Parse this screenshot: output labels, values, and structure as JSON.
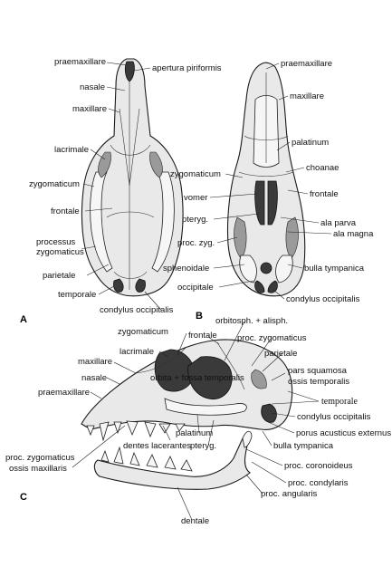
{
  "panels": {
    "a": "A",
    "b": "B",
    "c": "C"
  },
  "labels_a": {
    "praemaxillare": "praemaxillare",
    "apertura": "apertura piriformis",
    "nasale": "nasale",
    "maxillare": "maxillare",
    "lacrimale": "lacrimale",
    "zygomaticum": "zygomaticum",
    "frontale": "frontale",
    "processus": "processus",
    "zygomaticus": "zygomaticus",
    "parietale": "parietale",
    "temporale": "temporale",
    "condylus": "condylus occipitalis"
  },
  "labels_b": {
    "praemaxillare": "praemaxillare",
    "maxillare": "maxillare",
    "palatinum": "palatinum",
    "choanae": "choanae",
    "zygomaticum": "zygomaticum",
    "frontale": "frontale",
    "vomer": "vomer",
    "pteryg": "pteryg.",
    "ala_parva": "ala parva",
    "ala_magna": "ala magna",
    "proc_zyg": "proc. zyg.",
    "sphenoidale": "sphenoidale",
    "bulla": "bulla tympanica",
    "occipitale": "occipitale",
    "condylus": "condylus occipitalis"
  },
  "labels_c": {
    "zygomaticum": "zygomaticum",
    "frontale": "frontale",
    "orbitosph": "orbitosph. + alisph.",
    "lacrimale": "lacrimale",
    "maxillare": "maxillare",
    "proc_zygomaticus": "proc. zygomaticus",
    "parietale": "parietale",
    "nasale": "nasale",
    "praemaxillare": "praemaxillare",
    "orbita": "orbita + fossa temporalis",
    "pars_squamosa": "pars squamosa",
    "ossis_temporalis": "ossis temporalis",
    "temporale": "temporale",
    "condylus": "condylus occipitalis",
    "porus": "porus acusticus externus",
    "palatinum": "palatinum",
    "dentes": "dentes lacerantes",
    "pteryg": "pteryg.",
    "bulla": "bulla tympanica",
    "proc_zyg_oss1": "proc. zygomaticus",
    "proc_zyg_oss2": "ossis maxillaris",
    "proc_coronoideus": "proc. coronoideus",
    "proc_condylaris": "proc. condylaris",
    "proc_angularis": "proc. angularis",
    "dentale": "dentale"
  }
}
